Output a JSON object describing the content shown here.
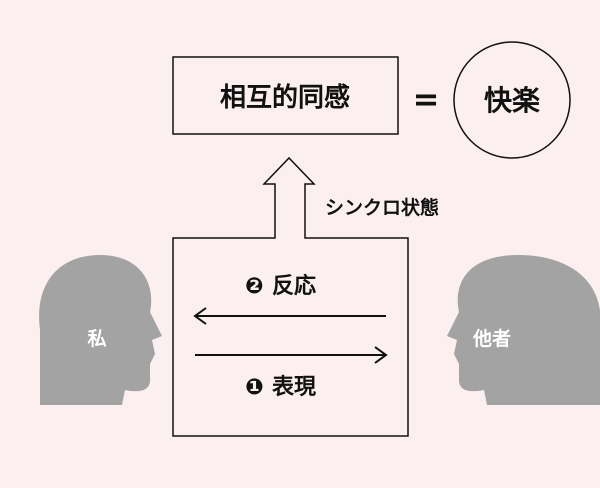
{
  "top_box": {
    "label": "相互的同感"
  },
  "equals": "=",
  "circle": {
    "label": "快楽"
  },
  "sync_label": "シンクロ状態",
  "reaction": {
    "number": "❷",
    "label": "反応"
  },
  "expression": {
    "number": "❶",
    "label": "表現"
  },
  "self": {
    "label": "私"
  },
  "other": {
    "label": "他者"
  },
  "colors": {
    "background": "#fcefef",
    "head": "#a3a3a3",
    "line": "#111111"
  }
}
